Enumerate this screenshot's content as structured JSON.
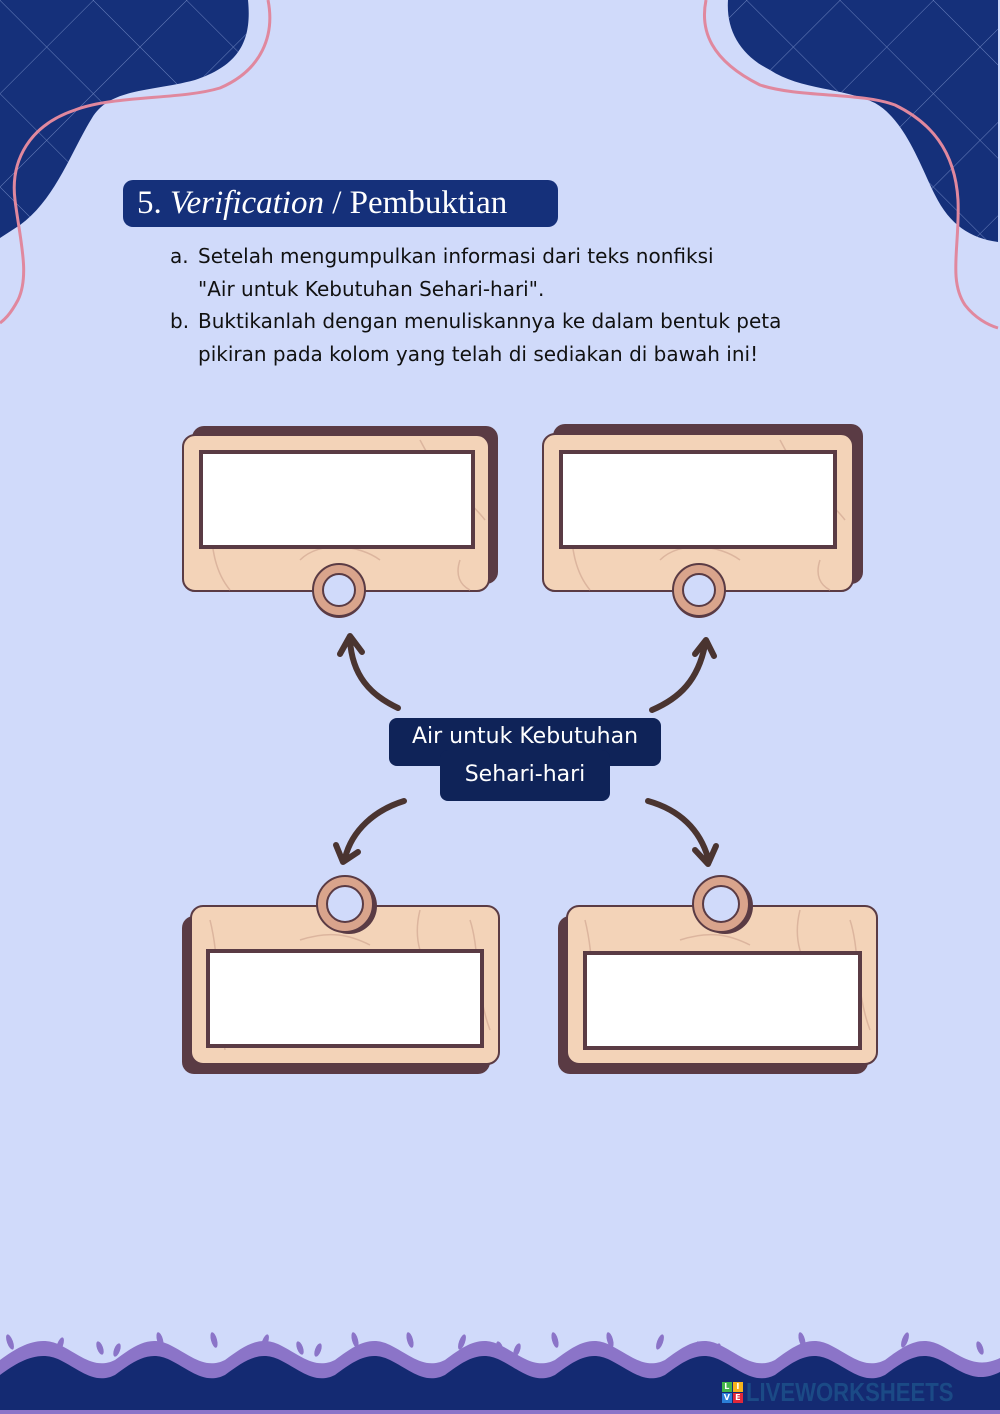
{
  "section": {
    "number": "5.",
    "title_italic": "Verification",
    "separator": "/",
    "title_plain": "Pembuktian"
  },
  "instructions": [
    {
      "marker": "a.",
      "lines": [
        "Setelah mengumpulkan informasi dari teks nonfiksi",
        "\"Air untuk Kebutuhan Sehari-hari\"."
      ]
    },
    {
      "marker": "b.",
      "lines": [
        "Buktikanlah dengan menuliskannya ke dalam bentuk peta",
        "pikiran pada kolom yang telah di sediakan di bawah ini!"
      ]
    }
  ],
  "mind_map": {
    "center": {
      "line1": "Air untuk Kebutuhan",
      "line2": "Sehari-hari"
    },
    "answers": [
      {
        "position": "top-left",
        "value": ""
      },
      {
        "position": "top-right",
        "value": ""
      },
      {
        "position": "bottom-left",
        "value": ""
      },
      {
        "position": "bottom-right",
        "value": ""
      }
    ]
  },
  "colors": {
    "background": "#d0dafa",
    "navy": "#15307a",
    "pink_line": "#e0889e",
    "card_fill": "#f3d3b8",
    "card_border": "#5a3b44",
    "wave_purple": "#8b74c8"
  },
  "watermark": {
    "logo_letters": [
      "L",
      "I",
      "V",
      "E"
    ],
    "text": "LIVEWORKSHEETS"
  }
}
